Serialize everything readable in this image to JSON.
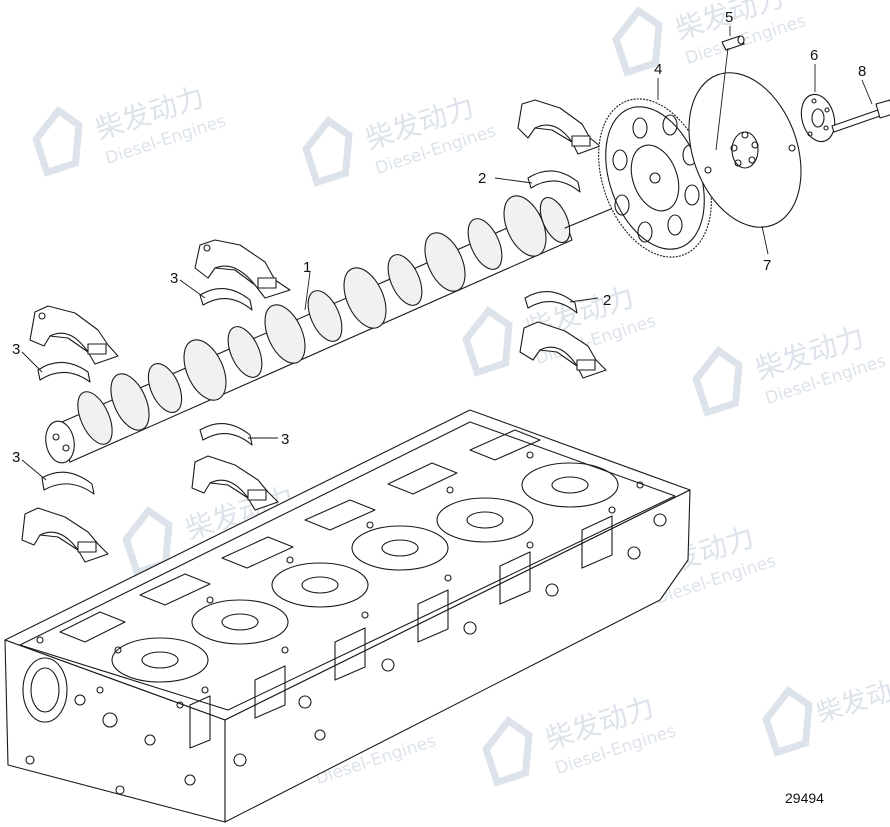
{
  "figure_number": "29494",
  "watermark": {
    "brand_cn": "柴发动力",
    "brand_en": "Diesel-Engines"
  },
  "callouts": {
    "c1": "1",
    "c2a": "2",
    "c2b": "2",
    "c3a": "3",
    "c3b": "3",
    "c3c": "3",
    "c3d": "3",
    "c4": "4",
    "c5": "5",
    "c6": "6",
    "c7": "7",
    "c8": "8"
  },
  "colors": {
    "line": "#1a1a1a",
    "watermark": "#dde3ea",
    "background": "#ffffff"
  }
}
